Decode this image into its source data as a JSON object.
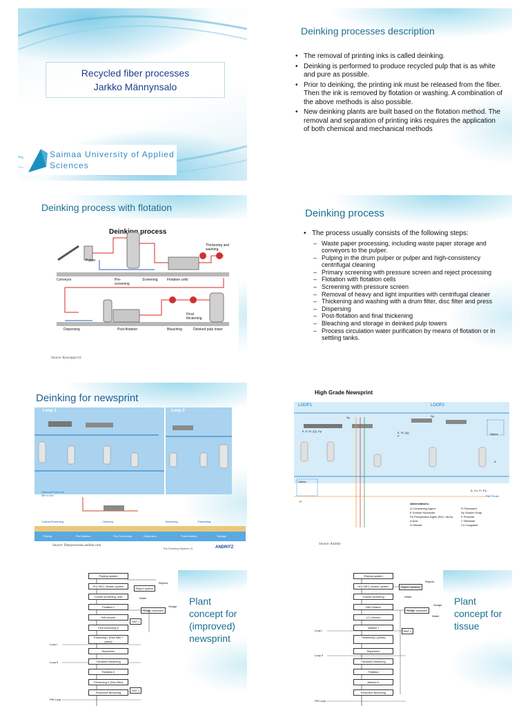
{
  "slide1": {
    "title": "Recycled fiber processes",
    "author": "Jarkko Männynsalo",
    "logo_text": [
      "Saimaa University of Applied",
      "Sciences"
    ]
  },
  "slide2": {
    "title": "Deinking processes description",
    "bullets": [
      "The removal of printing inks is called deinking.",
      "Deinking is performed to produce recycled pulp that is as white and pure as possible.",
      "Prior to deinking, the printing ink must be released from the fiber. Then the ink is removed by flotation or washing. A combination of the above methods is also possible.",
      "New deinking plants are built based on the flotation method. The removal and separation of printing inks requires the application of both chemical and mechanical methods"
    ]
  },
  "slide3": {
    "title": "Deinking process with flotation",
    "diagram_title": "Deinking process",
    "labels": {
      "pulper": "Pulper",
      "conveyor": "Conveyor",
      "prescreening": "Pre-screening",
      "screening": "Screening",
      "flotation_cells": "Flotation cells",
      "thickening_washing": "Thickening and washing",
      "final_thickening": "Final thickening",
      "dispersing": "Dispersing",
      "post_flotation": "Post-flotation",
      "bleaching": "Bleaching",
      "deinked_tower": "Deinked pulp tower"
    },
    "source": "Source: Knowpap 6.0"
  },
  "slide4": {
    "title": "Deinking process",
    "intro": "The process usually consists of the following steps:",
    "steps": [
      "Waste paper processing, including waste paper storage and conveyors to the pulper.",
      "Pulping in the drum pulper or pulper and high-consistency centrifugal cleaning",
      "Primary screening with pressure screen and reject processing",
      "Flotation with flotation cells",
      "Screening with pressure screen",
      "Removal of heavy and light impurities with centrifugal cleaner",
      "Thickening and washing with a drum filter, disc filter and press",
      "Dispersing",
      "Post-flotation and final thickening",
      "Bleaching and storage in deinked pulp towers",
      "Process circulation water purification by means of flotation or in settling tanks."
    ]
  },
  "slide5": {
    "title": "Deinking for newsprint",
    "loop1": "Loop 1",
    "loop2": "Loop 2",
    "optional": "Optional Pulp from Mill to line",
    "stages_top": [
      "Coarse/Screening",
      "Cleaning",
      "Bleaching",
      "Thickening"
    ],
    "stages_bottom": [
      "Pulping",
      "Pre-flotation",
      "Fine Screening",
      "Dispersion",
      "Post-flotation",
      "Storage"
    ],
    "source": "Source: fiberprocesses.andritz.com",
    "footer": "The Deinking System   11",
    "brand": "ANDRITZ"
  },
  "slide6": {
    "title": "High Grade Newsprint",
    "loop1": "LOOP1",
    "loop2": "LOOP2",
    "abbr_title": "Abbreviations:",
    "abbr": [
      "Q  Complexing Agent",
      "Fl  Flocculant",
      "E  Sodium Hydroxide",
      "Sp  Sodium Soap",
      "Pa  Precipitation Agent (PAC, Alum)",
      "P  Peroxide",
      "A  Acid",
      "Y  Dithionite",
      "Si  Silicate",
      "Co  Coagulant"
    ],
    "misc": [
      "E, P, Si, (Q), Sp",
      "Sp",
      "Sp",
      "E, Si, (Q), P",
      "A",
      "Option",
      "Option",
      "PM Filtrate",
      "A, Co, Fl, Pa",
      "Fl"
    ],
    "source": "Source: Andritz"
  },
  "slide7": {
    "heading": "Plant concept for (improved) newsprint",
    "boxes": [
      "Pulping system",
      "HC(+MC) cleaner system",
      "Coarse screening, hole",
      "Flotation I",
      "HW-cleaner",
      "Fine screening #",
      "Thickening I (Disc filter + press)",
      "Dispersion",
      "Oxidative Bleaching",
      "Flotation II",
      "Thickening II (Disc filter)",
      "Reductive Bleaching"
    ],
    "side": [
      "Reject system",
      "Rejects",
      "Water",
      "Sludge treatment",
      "Sludge",
      "DAF 1",
      "DAF 2"
    ],
    "loops": [
      "Loop I",
      "Loop II",
      "PM Loop"
    ]
  },
  "slide8": {
    "heading": "Plant concept for tissue",
    "boxes": [
      "Pulping system",
      "HC(+MC) cleaner system",
      "Coarse screening",
      "HW-Cleaner",
      "LC-Cleaner",
      "Washer I",
      "Thickening I (press)",
      "Dispersion",
      "Oxidative Bleaching",
      "Flotation",
      "Washer II",
      "Reductive Bleaching"
    ],
    "side": [
      "Reject handling",
      "Rejects",
      "Water",
      "Sludge treatment",
      "Sludge",
      "Water",
      "DAF 2"
    ],
    "loops": [
      "Loop I",
      "Loop II",
      "PM Loop"
    ]
  }
}
